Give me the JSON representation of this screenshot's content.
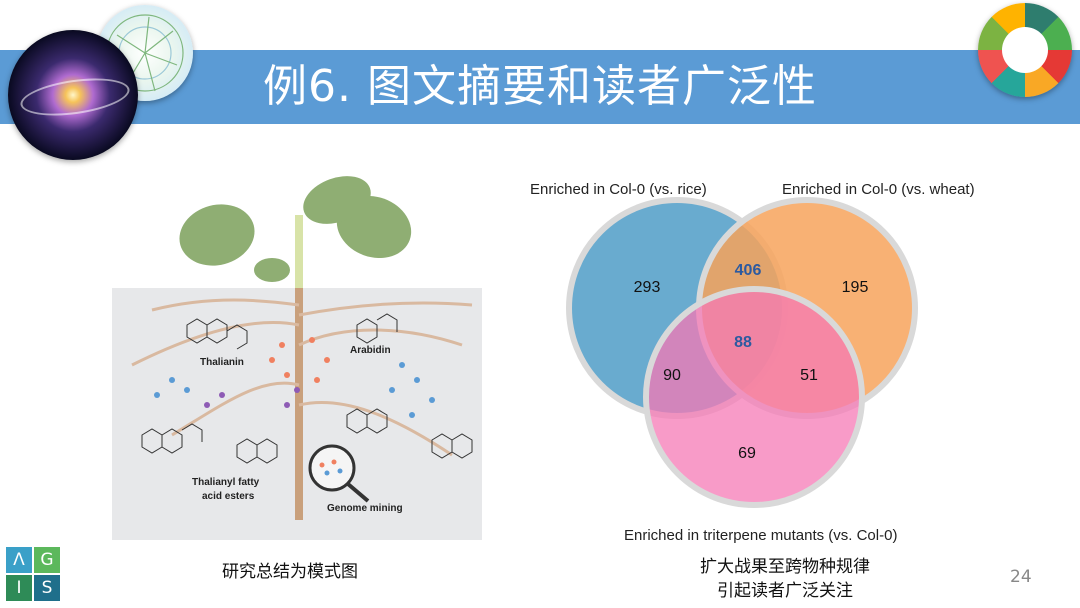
{
  "slide": {
    "title": "例6. 图文摘要和读者广泛性",
    "page_number": "24",
    "left_caption": "研究总结为模式图",
    "right_caption_line1": "扩大战果至跨物种规律",
    "right_caption_line2": "引起读者广泛关注"
  },
  "logo": {
    "cells": [
      "Λ",
      "G",
      "I",
      "S"
    ]
  },
  "graphic": {
    "labels": {
      "thalianin": "Thalianin",
      "arabidin": "Arabidin",
      "esters_line1": "Thalianyl fatty",
      "esters_line2": "acid esters",
      "genome_mining": "Genome mining"
    }
  },
  "venn": {
    "label_a": "Enriched in Col-0 (vs. rice)",
    "label_b": "Enriched in Col-0 (vs. wheat)",
    "label_c": "Enriched in triterpene mutants (vs. Col-0)",
    "only_a": "293",
    "a_and_b": "406",
    "only_b": "195",
    "all_three": "88",
    "a_and_c": "90",
    "b_and_c": "51",
    "only_c": "69",
    "colors": {
      "a": "#3a8fbf",
      "b": "#f7a35c",
      "c": "#f57ab6",
      "highlight": "#2c5aa0"
    }
  }
}
